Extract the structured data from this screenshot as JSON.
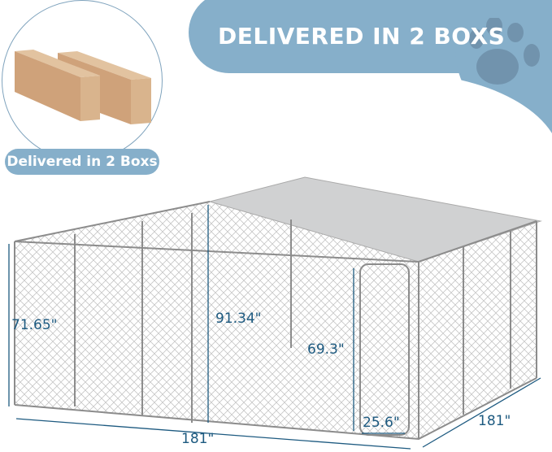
{
  "banner": {
    "title": "DELIVERED IN 2 BOXS",
    "color": "#86afca",
    "paw_color": "#6e8fa8"
  },
  "inset": {
    "label": "Delivered in 2 Boxs",
    "box_color": "#d7b088"
  },
  "product": {
    "roof_color": "#cfd0d1",
    "frame_color": "#8a8a8a",
    "mesh_color": "#bdbdbd"
  },
  "dimensions": {
    "side_height": "71.65\"",
    "peak_height": "91.34\"",
    "door_height": "69.3\"",
    "door_width": "25.6\"",
    "front_width": "181\"",
    "side_depth": "181\"",
    "color": "#1d5a80"
  }
}
